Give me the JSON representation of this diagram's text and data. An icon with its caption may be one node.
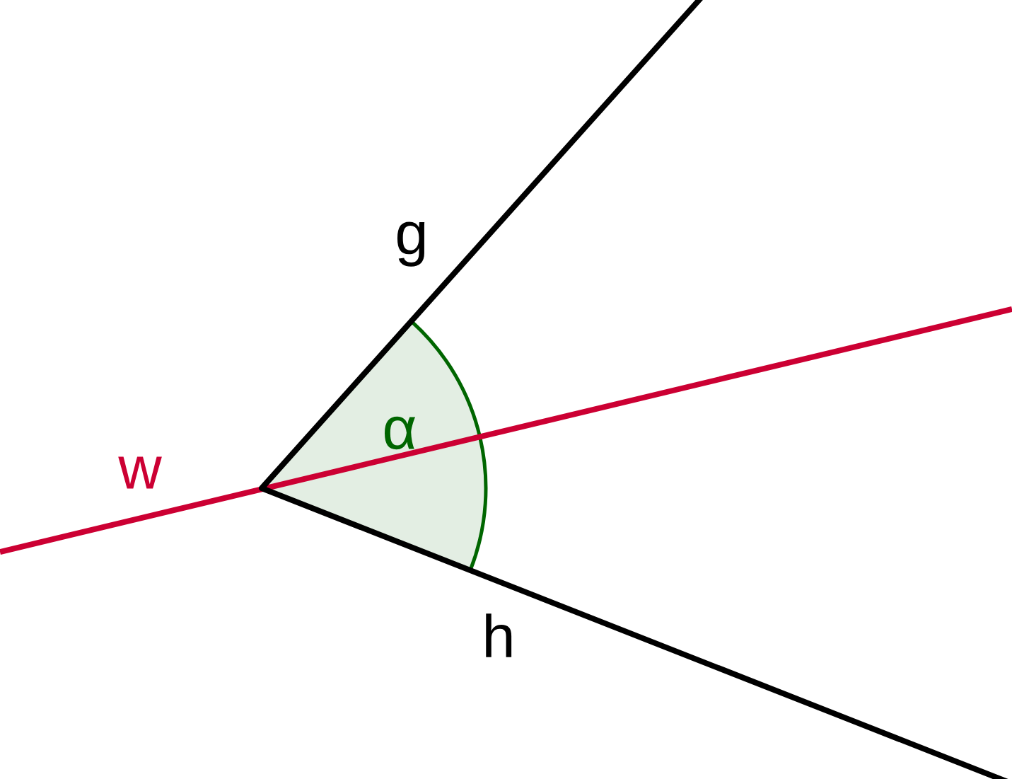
{
  "diagram": {
    "labels": [
      "g",
      "w",
      "α",
      "h"
    ]
  }
}
